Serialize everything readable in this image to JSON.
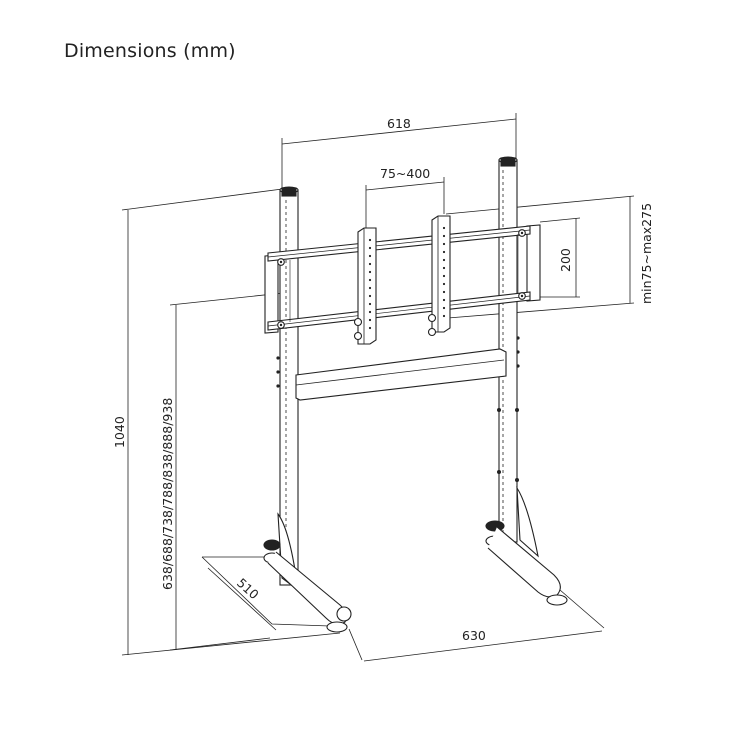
{
  "title": "Dimensions (mm)",
  "dimensions": {
    "overall_width": "618",
    "vesa_width": "75~400",
    "vesa_height": "200",
    "vertical_adjust": "min75~max275",
    "total_height": "1040",
    "mount_heights": "638/688/738/788/838/888/938",
    "base_depth": "510",
    "base_width": "630"
  },
  "colors": {
    "line": "#222222",
    "fill": "#ffffff",
    "shade": "#cccccc"
  }
}
